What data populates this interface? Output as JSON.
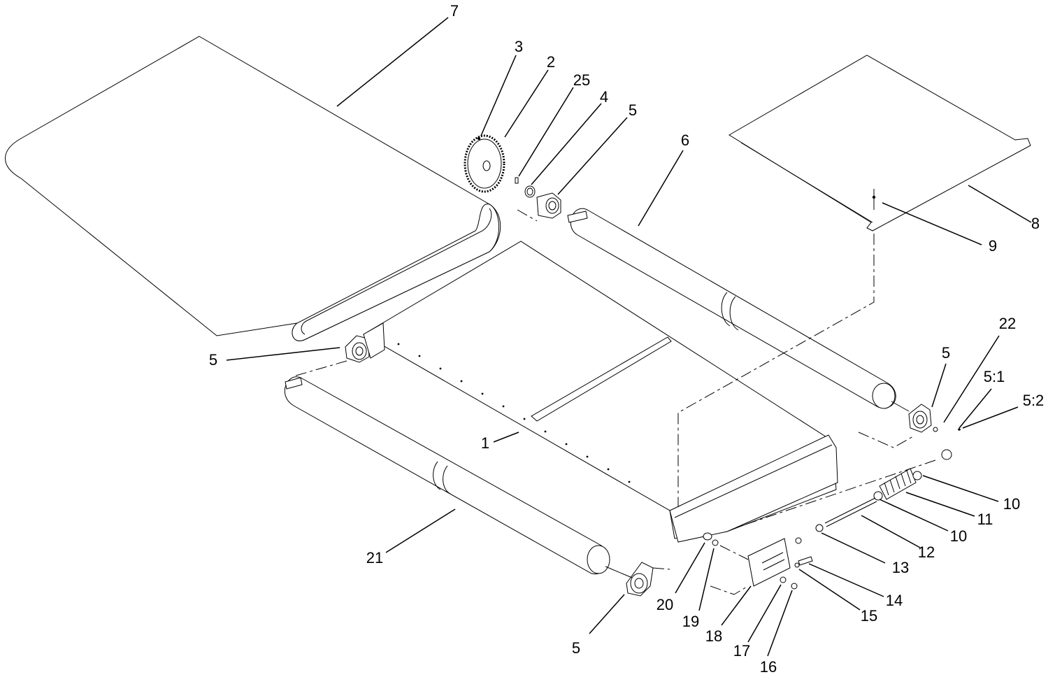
{
  "callouts": [
    {
      "id": "c7",
      "text": "7"
    },
    {
      "id": "c3",
      "text": "3"
    },
    {
      "id": "c2",
      "text": "2"
    },
    {
      "id": "c25",
      "text": "25"
    },
    {
      "id": "c4",
      "text": "4"
    },
    {
      "id": "c5a",
      "text": "5"
    },
    {
      "id": "c6",
      "text": "6"
    },
    {
      "id": "c8",
      "text": "8"
    },
    {
      "id": "c9",
      "text": "9"
    },
    {
      "id": "c22",
      "text": "22"
    },
    {
      "id": "c5b",
      "text": "5"
    },
    {
      "id": "c51",
      "text": "5:1"
    },
    {
      "id": "c52",
      "text": "5:2"
    },
    {
      "id": "c5c",
      "text": "5"
    },
    {
      "id": "c1",
      "text": "1"
    },
    {
      "id": "c10a",
      "text": "10"
    },
    {
      "id": "c11",
      "text": "11"
    },
    {
      "id": "c10b",
      "text": "10"
    },
    {
      "id": "c12",
      "text": "12"
    },
    {
      "id": "c13",
      "text": "13"
    },
    {
      "id": "c14",
      "text": "14"
    },
    {
      "id": "c15",
      "text": "15"
    },
    {
      "id": "c21",
      "text": "21"
    },
    {
      "id": "c20",
      "text": "20"
    },
    {
      "id": "c19",
      "text": "19"
    },
    {
      "id": "c18",
      "text": "18"
    },
    {
      "id": "c17",
      "text": "17"
    },
    {
      "id": "c16",
      "text": "16"
    },
    {
      "id": "c5d",
      "text": "5"
    }
  ]
}
